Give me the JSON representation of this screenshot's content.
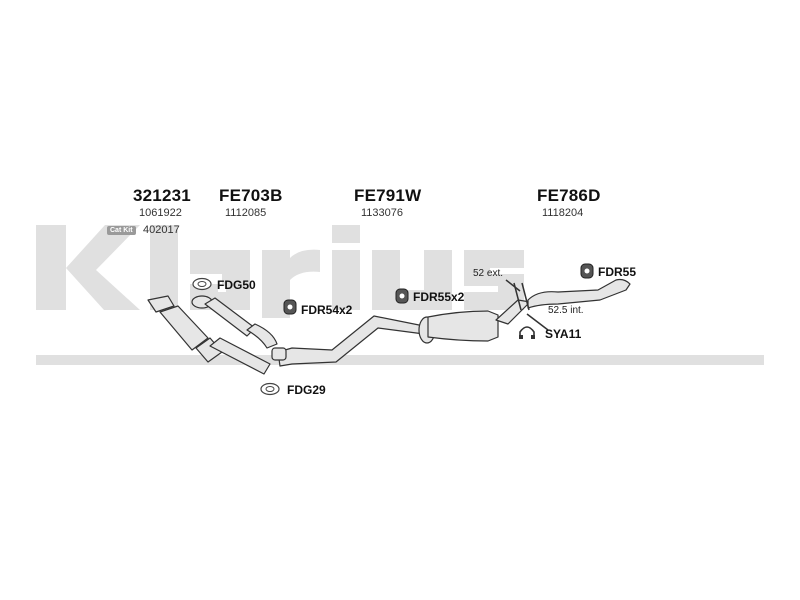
{
  "watermark": {
    "brand": "Klarius",
    "color": "#e0e0e0"
  },
  "parts": [
    {
      "code": "321231",
      "number": "1061922"
    },
    {
      "code": "FE703B",
      "number": "1112085"
    },
    {
      "code": "FE791W",
      "number": "1133076"
    },
    {
      "code": "FE786D",
      "number": "1118204"
    }
  ],
  "cat_kit": {
    "badge": "Cat Kit",
    "number": "402017"
  },
  "fittings": [
    {
      "label": "FDG50",
      "icon": "gasket-icon"
    },
    {
      "label": "FDR54x2",
      "icon": "rubber-hanger-icon"
    },
    {
      "label": "FDR55x2",
      "icon": "rubber-hanger-icon"
    },
    {
      "label": "FDR55",
      "icon": "rubber-hanger-icon"
    },
    {
      "label": "SYA11",
      "icon": "clamp-icon"
    },
    {
      "label": "FDG29",
      "icon": "gasket-icon"
    }
  ],
  "notes": {
    "ext": "52 ext.",
    "int": "52.5 int."
  },
  "colors": {
    "pipe_fill": "#e6e6e6",
    "pipe_stroke": "#333333"
  }
}
